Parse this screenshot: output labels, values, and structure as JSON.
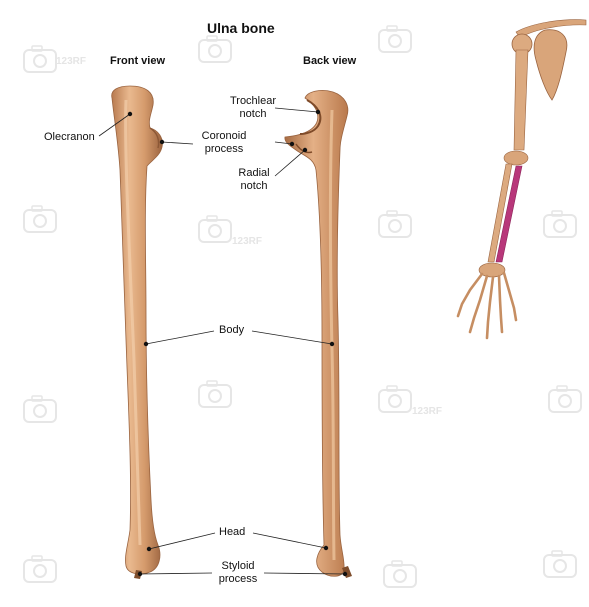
{
  "title": "Ulna bone",
  "views": {
    "front": "Front view",
    "back": "Back view"
  },
  "labels": {
    "olecranon": "Olecranon",
    "trochlear_notch": [
      "Trochlear",
      "notch"
    ],
    "coronoid_process": [
      "Coronoid",
      "process"
    ],
    "radial_notch": [
      "Radial",
      "notch"
    ],
    "body": "Body",
    "head": "Head",
    "styloid_process": [
      "Styloid",
      "process"
    ]
  },
  "watermark": "123RF",
  "colors": {
    "bone_light": "#e8b48a",
    "bone_mid": "#cf9566",
    "bone_dark": "#a86c43",
    "highlight_bone": "#b8377a",
    "leader": "#222222"
  },
  "icons": {
    "watermark": "camera-icon"
  }
}
